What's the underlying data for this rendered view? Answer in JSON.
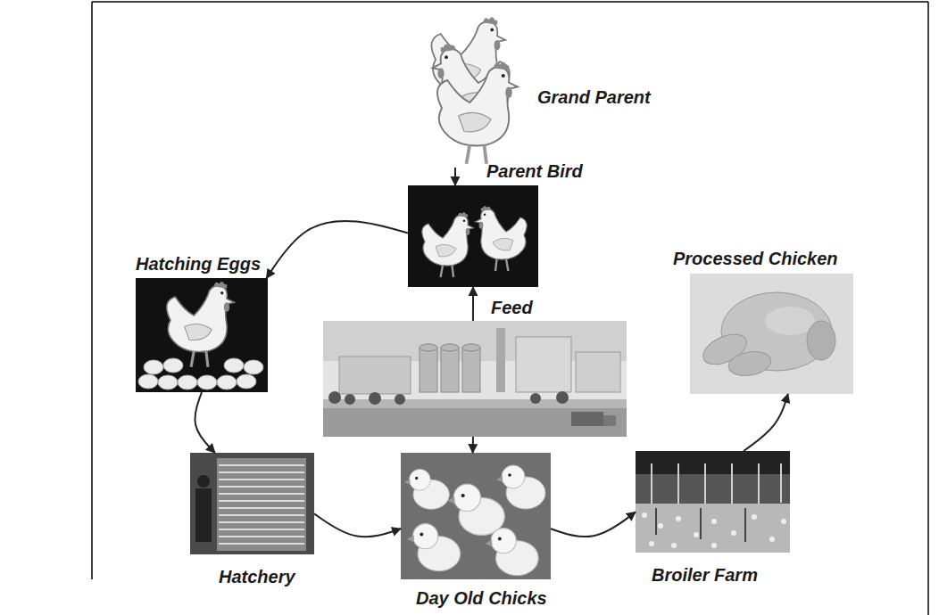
{
  "diagram": {
    "nodes": [
      {
        "text": [
          "Grand Parent"
        ]
      },
      {
        "text": [
          "Parent Bird"
        ]
      },
      {
        "text": [
          "Hatching Eggs"
        ]
      },
      {
        "text": [
          "Processed Chicken"
        ]
      },
      {
        "text": [
          "Feed"
        ]
      },
      {
        "text": [
          "Hatchery"
        ]
      },
      {
        "text": [
          "Day Old Chicks"
        ]
      },
      {
        "text": [
          "Broiler Farm"
        ]
      }
    ],
    "edges": [
      {
        "from": 0,
        "to": 1,
        "arrow": "to"
      },
      {
        "from": 1,
        "to": 2,
        "arrow": "to"
      },
      {
        "from": 4,
        "to": 1,
        "arrow": "to"
      },
      {
        "from": 4,
        "to": 6,
        "arrow": "to"
      },
      {
        "from": 2,
        "to": 5,
        "arrow": "to"
      },
      {
        "from": 5,
        "to": 6,
        "arrow": "to"
      },
      {
        "from": 6,
        "to": 7,
        "arrow": "to"
      },
      {
        "from": 7,
        "to": 3,
        "arrow": "to"
      }
    ]
  }
}
